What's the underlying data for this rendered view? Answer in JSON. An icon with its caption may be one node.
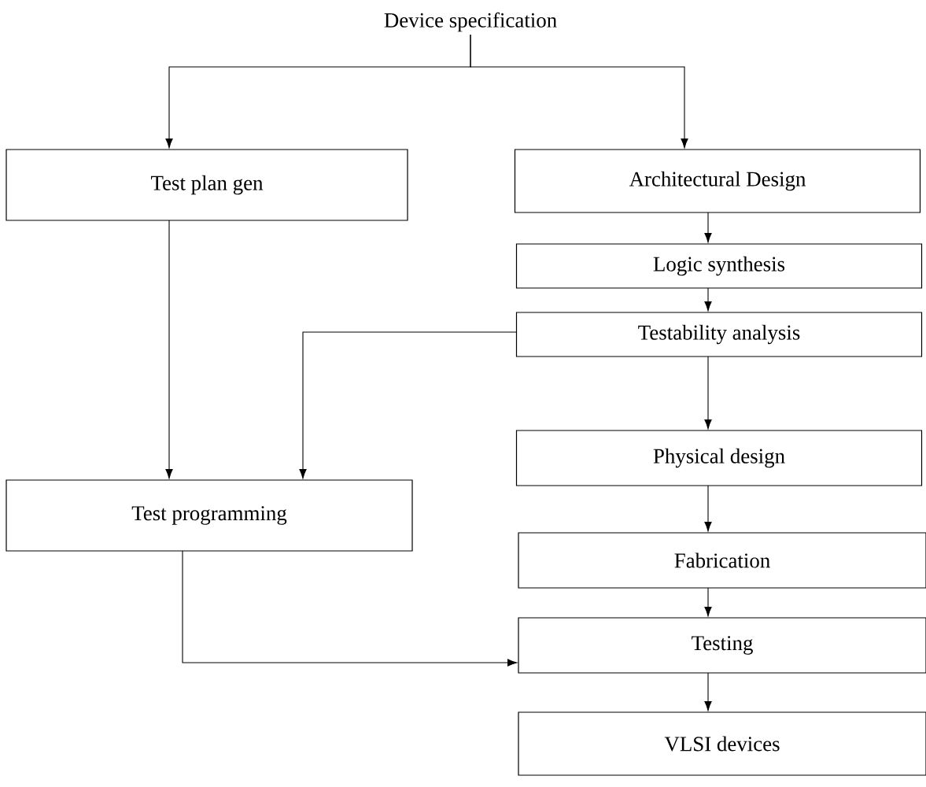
{
  "diagram": {
    "nodes": [
      {
        "text": [
          "Device specification"
        ]
      },
      {
        "text": [
          "Test plan gen"
        ]
      },
      {
        "text": [
          "Architectural Design"
        ]
      },
      {
        "text": [
          "Logic synthesis"
        ]
      },
      {
        "text": [
          "Testability analysis"
        ]
      },
      {
        "text": [
          "Physical design"
        ]
      },
      {
        "text": [
          "Test programming"
        ]
      },
      {
        "text": [
          "Fabrication"
        ]
      },
      {
        "text": [
          "Testing"
        ]
      },
      {
        "text": [
          "VLSI devices"
        ]
      }
    ],
    "edges": [
      {
        "from": 0,
        "to": 1,
        "arrow": "to"
      },
      {
        "from": 0,
        "to": 2,
        "arrow": "to"
      },
      {
        "from": 1,
        "to": 6,
        "arrow": "to"
      },
      {
        "from": 2,
        "to": 3,
        "arrow": "to"
      },
      {
        "from": 3,
        "to": 4,
        "arrow": "to"
      },
      {
        "from": 4,
        "to": 6,
        "arrow": "to"
      },
      {
        "from": 4,
        "to": 5,
        "arrow": "to"
      },
      {
        "from": 5,
        "to": 7,
        "arrow": "to"
      },
      {
        "from": 7,
        "to": 8,
        "arrow": "to"
      },
      {
        "from": 6,
        "to": 8,
        "arrow": "to"
      },
      {
        "from": 8,
        "to": 9,
        "arrow": "to"
      }
    ]
  }
}
